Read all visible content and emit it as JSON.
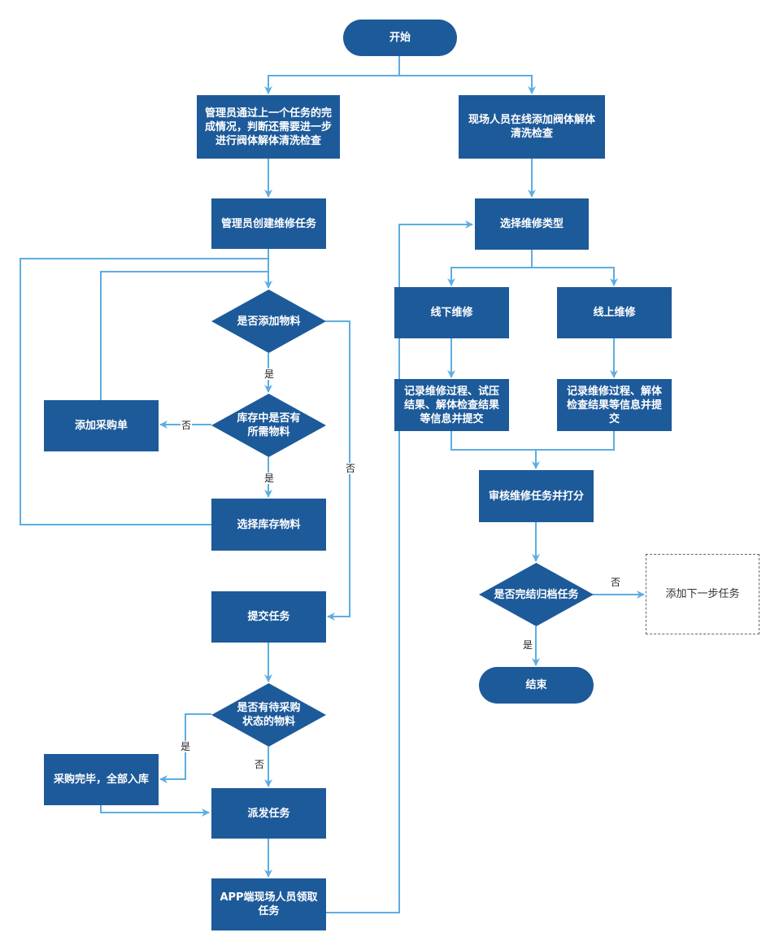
{
  "nodes": {
    "start": "开始",
    "mgr_judge": "管理员通过上一个任务的完成情况，判断还需要进一步进行阀体解体清洗检查",
    "onsite_add": "现场人员在线添加阀体解体清洗检查",
    "mgr_create": "管理员创建维修任务",
    "select_type": "选择维修类型",
    "add_material_q": "是否添加物料",
    "offline": "线下维修",
    "online": "线上维修",
    "stock_q": "库存中是否有所需物料",
    "add_po": "添加采购单",
    "record_offline": "记录维修过程、试压结果、解体检查结果等信息并提交",
    "record_online": "记录维修过程、解体检查结果等信息并提交",
    "review": "审核维修任务并打分",
    "select_stock": "选择库存物料",
    "archive_q": "是否完结归档任务",
    "next_task": "添加下一步任务",
    "submit": "提交任务",
    "end": "结束",
    "pending_q": "是否有待采购状态的物料",
    "purchase_done": "采购完毕，全部入库",
    "dispatch": "派发任务",
    "app_receive": "APP端现场人员领取任务"
  },
  "edge_labels": {
    "yes_material": "是",
    "no_stock": "否",
    "no_material": "否",
    "yes_stock": "是",
    "no_archive": "否",
    "yes_archive": "是",
    "yes_pending": "是",
    "no_pending": "否"
  },
  "colors": {
    "node": "#1d5a9a",
    "edge": "#5dade2"
  }
}
